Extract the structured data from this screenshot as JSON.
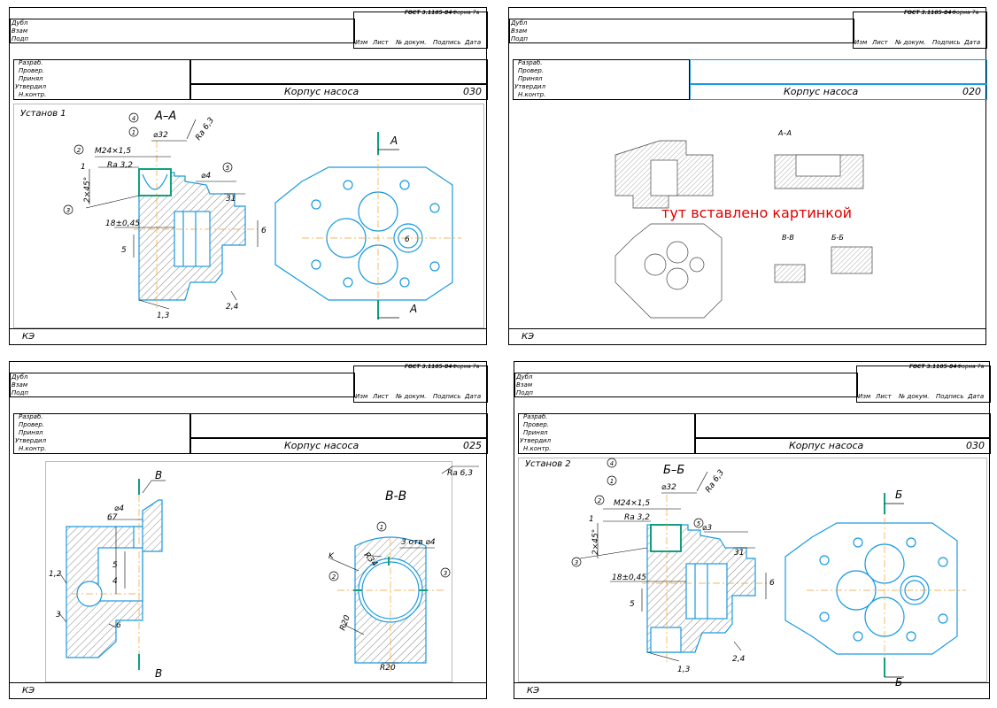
{
  "common": {
    "gost": "ГОСТ 3.1105-84",
    "forma": "Форма 7а",
    "left_rows": [
      "Дубл",
      "Взам",
      "Подп"
    ],
    "header_cols": [
      "Изм",
      "Лист",
      "№ докум.",
      "Подпись",
      "Дата"
    ],
    "sign_rows": [
      "Разраб.",
      "Провер.",
      "Принял",
      "Утвердил",
      "Н.контр."
    ],
    "part_name": "Корпус насоса",
    "ke": "КЭ"
  },
  "sheets": [
    {
      "id": "sheet-030-a",
      "op": "030",
      "setup": "Установ 1",
      "section": "А–А",
      "cut": "А"
    },
    {
      "id": "sheet-020",
      "op": "020",
      "annotation": "тут вставлено картинкой",
      "sections": [
        "А–А",
        "В-В",
        "Б-Б"
      ]
    },
    {
      "id": "sheet-025",
      "op": "025",
      "section": "В-В",
      "cut": "В",
      "ra": "Ra 6,3"
    },
    {
      "id": "sheet-030-b",
      "op": "030",
      "setup": "Установ 2",
      "section": "Б–Б",
      "cut": "Б"
    }
  ],
  "dims_030": {
    "d32": "⌀32",
    "m24": "M24×1,5",
    "ra32": "Ra 3,2",
    "ra63": "Ra 6,3",
    "chamfer": "2×45°",
    "d4": "⌀4",
    "d3": "⌀3",
    "n31": "31",
    "n18": "18±0,45",
    "n5": "5",
    "n6": "6",
    "n13": "1,3",
    "n24": "2,4",
    "n1": "1",
    "c1": "1",
    "c2": "2",
    "c3": "3",
    "c4": "4",
    "c5": "5"
  },
  "dims_025": {
    "d4": "⌀4",
    "n67": "67",
    "n12": "1,2",
    "n5": "5",
    "n4": "4",
    "n6": "6",
    "n3": "3",
    "k": "K",
    "r34": "R34",
    "holes": "3 отв ⌀4",
    "r20a": "R20",
    "r20b": "R20",
    "c1": "1",
    "c2": "2",
    "c3": "3"
  }
}
